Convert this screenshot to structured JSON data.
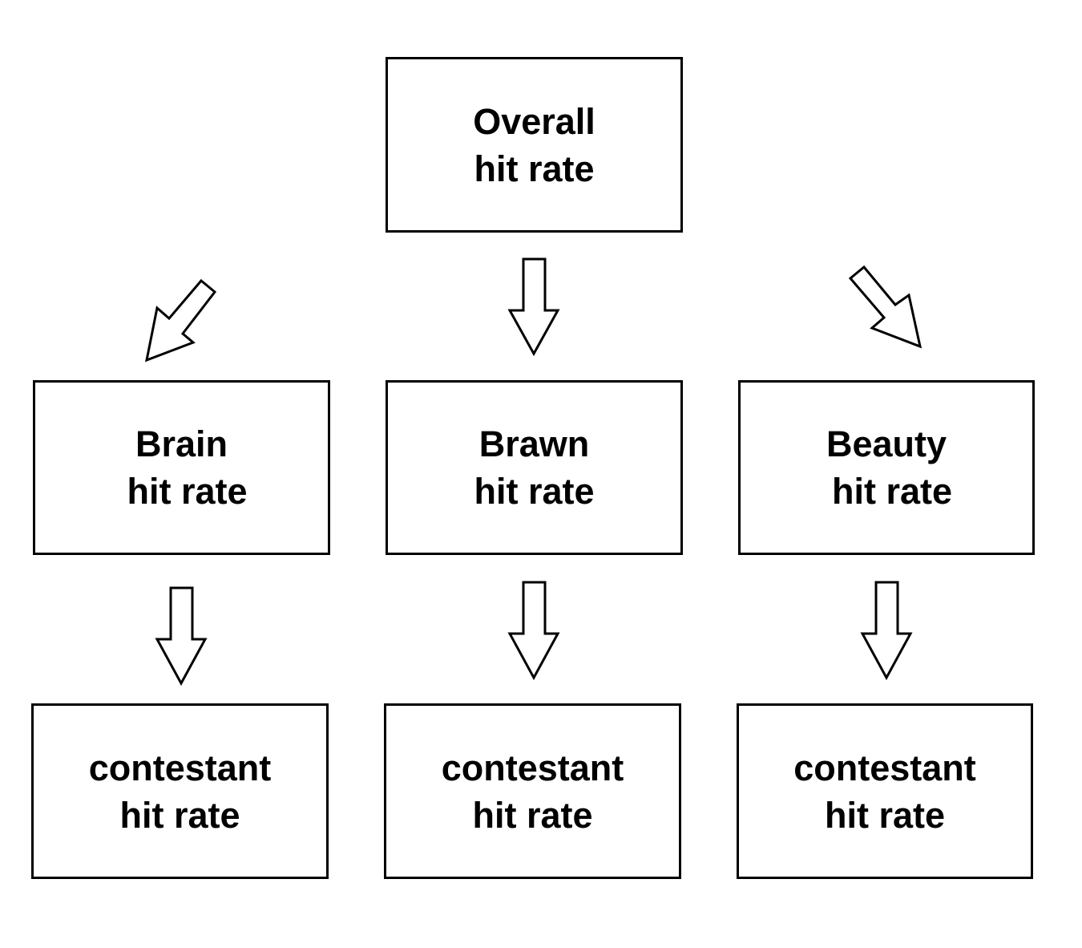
{
  "diagram": {
    "nodes": {
      "overall": {
        "line1": "Overall",
        "line2": "hit rate"
      },
      "brain": {
        "line1": "Brain",
        "line2": "hit rate"
      },
      "brawn": {
        "line1": "Brawn",
        "line2": "hit rate"
      },
      "beauty": {
        "line1": "Beauty",
        "line2": "hit rate"
      },
      "contest_1": {
        "line1": "contestant",
        "line2": "hit rate"
      },
      "contest_2": {
        "line1": "contestant",
        "line2": "hit rate"
      },
      "contest_3": {
        "line1": "contestant",
        "line2": "hit rate"
      }
    },
    "edges": [
      {
        "from": "overall",
        "to": "brain"
      },
      {
        "from": "overall",
        "to": "brawn"
      },
      {
        "from": "overall",
        "to": "beauty"
      },
      {
        "from": "brain",
        "to": "contest_1"
      },
      {
        "from": "brawn",
        "to": "contest_2"
      },
      {
        "from": "beauty",
        "to": "contest_3"
      }
    ],
    "colors": {
      "stroke": "#000000",
      "fill": "#ffffff",
      "background": "#ffffff"
    }
  }
}
